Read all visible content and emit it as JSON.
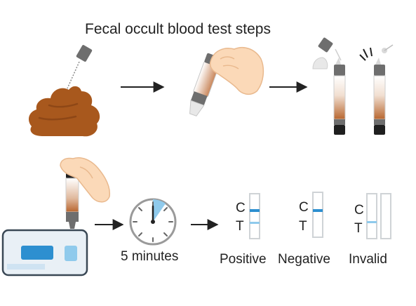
{
  "title": "Fecal occult blood test steps",
  "timer": {
    "label": "5 minutes",
    "minutes": 5
  },
  "results": [
    {
      "label": "Positive",
      "control_marker": "C",
      "test_marker": "T",
      "control_line": true,
      "test_line": true
    },
    {
      "label": "Negative",
      "control_marker": "C",
      "test_marker": "T",
      "control_line": true,
      "test_line": false
    },
    {
      "label": "Invalid",
      "control_marker": "C",
      "test_marker": "T",
      "control_line": false,
      "test_line": true
    }
  ],
  "colors": {
    "stool": "#a8581d",
    "stool_dark": "#8e4716",
    "skin": "#fbd9b8",
    "skin_line": "#e9b98e",
    "cap_gray": "#6e6e6e",
    "cap_black": "#1f1f1f",
    "tube_liquid": "#b8662f",
    "line_blue": "#2d8fd0",
    "line_light_blue": "#8fcaec",
    "timer_blue": "#8fcaec",
    "device_body": "#e9f0f6",
    "device_border": "#3a4855",
    "arrow": "#222222"
  },
  "icons": [
    "stool-icon",
    "sampling-stick-icon",
    "hand-icon",
    "collection-tube-icon",
    "timer-icon",
    "analyzer-device-icon",
    "test-strip-icon",
    "arrow-icon"
  ]
}
